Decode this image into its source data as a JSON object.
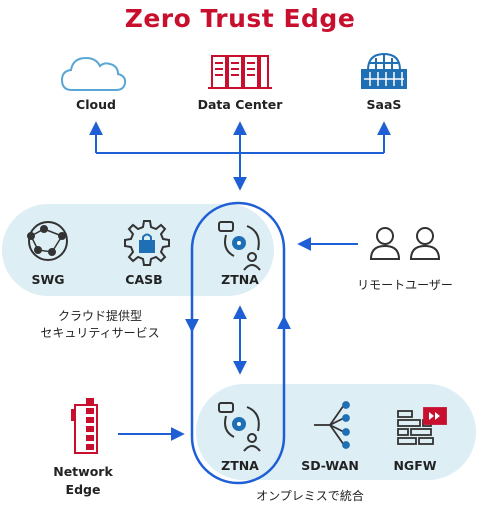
{
  "title": "Zero Trust Edge",
  "top": {
    "cloud": "Cloud",
    "datacenter": "Data Center",
    "saas": "SaaS"
  },
  "cloud_band": {
    "label_line1": "クラウド提供型",
    "label_line2": "セキュリティサービス",
    "items": [
      "SWG",
      "CASB",
      "ZTNA"
    ]
  },
  "remote_user": "リモートユーザー",
  "onprem_band": {
    "label": "オンプレミスで統合",
    "items": [
      "ZTNA",
      "SD-WAN",
      "NGFW"
    ]
  },
  "network_edge": {
    "line1": "Network",
    "line2": "Edge"
  },
  "colors": {
    "title": "#c8102e",
    "arrow": "#1f5fd6",
    "band": "#ddeef5",
    "icon_dark": "#333333",
    "cloud_icon": "#5aa7d6",
    "datacenter_icon": "#c8102e",
    "saas_icon": "#1f6fb5"
  }
}
